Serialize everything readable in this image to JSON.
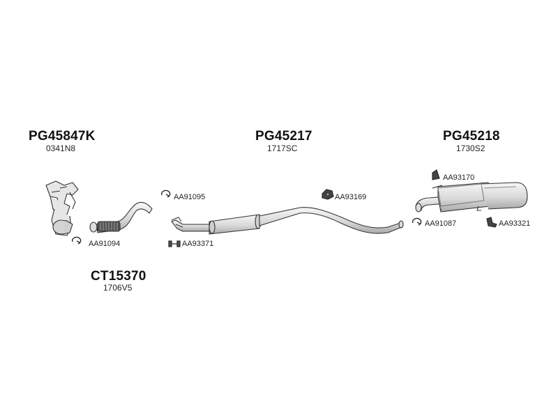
{
  "assemblies": [
    {
      "part_no": "PG45847K",
      "code": "0341N8"
    },
    {
      "part_no": "PG45217",
      "code": "1717SC"
    },
    {
      "part_no": "PG45218",
      "code": "1730S2"
    },
    {
      "part_no": "CT15370",
      "code": "1706V5"
    }
  ],
  "accessories": [
    {
      "label": "AA91095",
      "icon": "clamp-icon"
    },
    {
      "label": "AA91094",
      "icon": "clamp-icon"
    },
    {
      "label": "AA93371",
      "icon": "bolt-icon"
    },
    {
      "label": "AA93169",
      "icon": "rubber-mount-icon"
    },
    {
      "label": "AA93170",
      "icon": "bracket-icon"
    },
    {
      "label": "AA91087",
      "icon": "clamp-icon"
    },
    {
      "label": "AA93321",
      "icon": "hanger-icon"
    }
  ],
  "colors": {
    "line": "#333333",
    "fill": "#ececec",
    "shade": "#bdbdbd",
    "text": "#111111"
  }
}
